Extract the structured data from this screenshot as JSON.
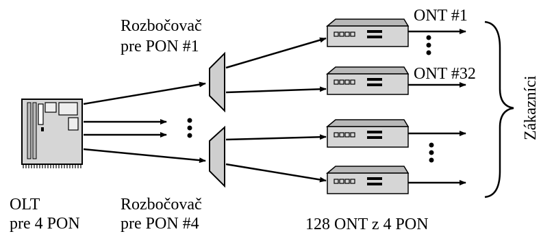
{
  "olt": {
    "line1": "OLT",
    "line2": "pre 4 PON"
  },
  "splitter_top": {
    "line1": "Rozbočovač",
    "line2": "pre PON #1"
  },
  "splitter_bottom": {
    "line1": "Rozbočovač",
    "line2": "pre PON #4"
  },
  "ont_labels": {
    "first": "ONT #1",
    "last": "ONT #32"
  },
  "ont_group": "128 ONT z 4 PON",
  "customers": "Zákazníci",
  "colors": {
    "device_fill": "#d6d6d6",
    "device_top": "#b8b8b8",
    "splitter_fill": "#cfcfcf",
    "stroke": "#000000"
  }
}
